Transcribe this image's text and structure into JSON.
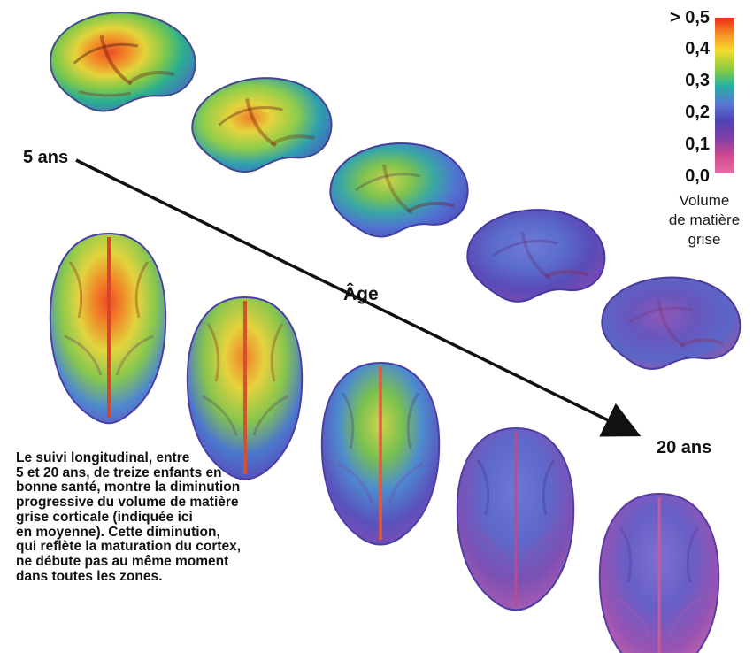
{
  "labels": {
    "start": "5 ans",
    "axis": "Âge",
    "end": "20 ans"
  },
  "legend": {
    "ticks": [
      "> 0,5",
      "0,4",
      "0,3",
      "0,2",
      "0,1",
      "0,0"
    ],
    "title_lines": [
      "Volume",
      "de matière",
      "grise"
    ]
  },
  "caption_lines": [
    "Le suivi longitudinal, entre",
    "5 et 20 ans, de treize enfants en",
    "bonne santé, montre la diminution",
    "progressive du volume de matière",
    "grise corticale (indiquée ici",
    "en moyenne). Cette diminution,",
    "qui reflète la maturation du cortex,",
    "ne débute pas au même moment",
    "dans toutes les zones."
  ]
}
